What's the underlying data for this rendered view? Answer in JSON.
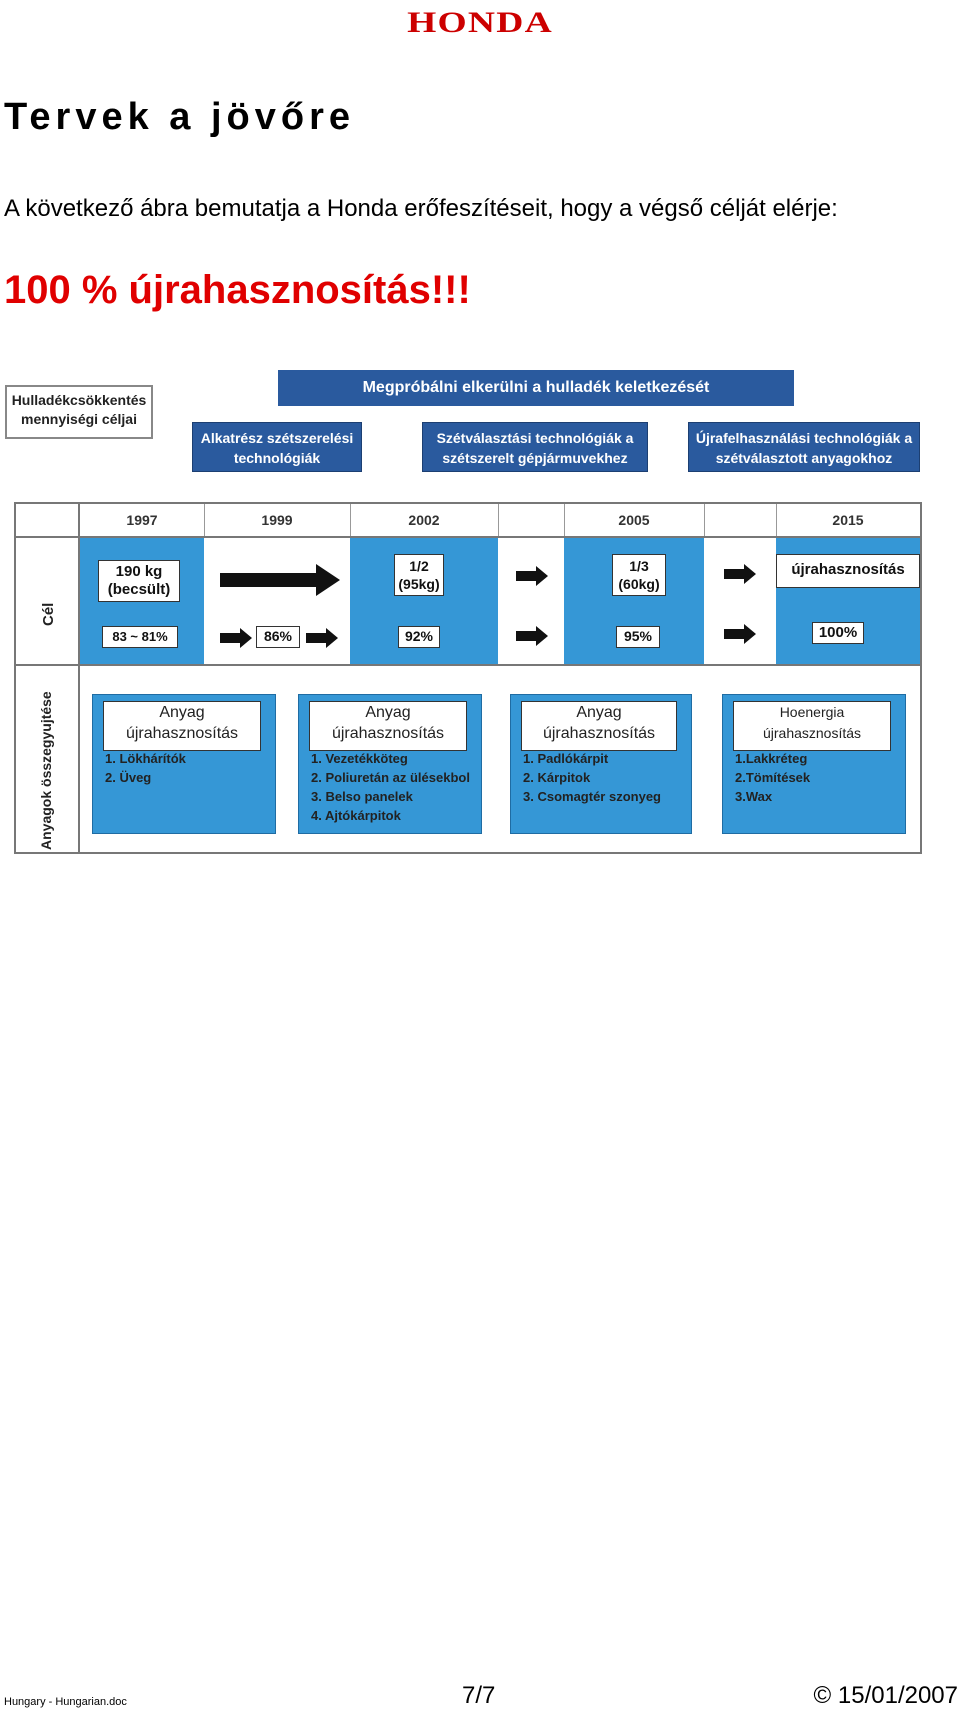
{
  "header": {
    "logo": "HONDA"
  },
  "page": {
    "title": "Tervek a jövőre",
    "intro": "A következő ábra bemutatja a Honda erőfeszítéseit, hogy a végső célját elérje:",
    "highlight": "100 % újrahasznosítás!!!"
  },
  "figure": {
    "target_label": "Hulladékcsökkentés mennyiségi céljai",
    "banner": "Megpróbálni elkerülni a hulladék keletkezését",
    "tech": [
      {
        "line1": "Alkatrész szétszerelési",
        "line2": "technológiák"
      },
      {
        "line1": "Szétválasztási technológiák a",
        "line2": "szétszerelt gépjármuvekhez"
      },
      {
        "line1": "Újrafelhasználási technológiák a",
        "line2": "szétválasztott anyagokhoz"
      }
    ],
    "years": [
      "1997",
      "1999",
      "2002",
      "2005",
      "2015"
    ],
    "row_labels": {
      "goal": "Cél",
      "materials": "Anyagok összegyujtése"
    },
    "goals": {
      "g1997": {
        "line1": "190 kg",
        "line2": "(becsült)",
        "pct": "83 ~ 81%"
      },
      "g1999": {
        "pct": "86%"
      },
      "g2002": {
        "line1": "1/2",
        "line2": "(95kg)",
        "pct": "92%"
      },
      "g2005": {
        "line1": "1/3",
        "line2": "(60kg)",
        "pct": "95%"
      },
      "g2015": {
        "line1": "újrahasznosítás",
        "pct": "100%"
      }
    },
    "materials": [
      {
        "h1": "Anyag",
        "h2": "újrahasznosítás",
        "items": [
          "1. Lökhárítók",
          "2. Üveg"
        ]
      },
      {
        "h1": "Anyag",
        "h2": "újrahasznosítás",
        "items": [
          "1. Vezetékköteg",
          "2. Poliuretán az ülésekbol",
          "3. Belso panelek",
          "4. Ajtókárpitok"
        ]
      },
      {
        "h1": "Anyag",
        "h2": "újrahasznosítás",
        "items": [
          "1. Padlókárpit",
          "2. Kárpitok",
          "3. Csomagtér szonyeg"
        ]
      },
      {
        "h1": "Hoenergia",
        "h2": "újrahasznosítás",
        "items": [
          "1.Lakkréteg",
          "2.Tömítések",
          "3.Wax"
        ]
      }
    ]
  },
  "footer": {
    "filename": "Hungary - Hungarian.doc",
    "page": "7/7",
    "date": "© 15/01/2007"
  },
  "colors": {
    "brand": "#cc0000",
    "highlight": "#e00000",
    "dark_blue": "#2a5a9e",
    "light_blue": "#3597d6"
  }
}
